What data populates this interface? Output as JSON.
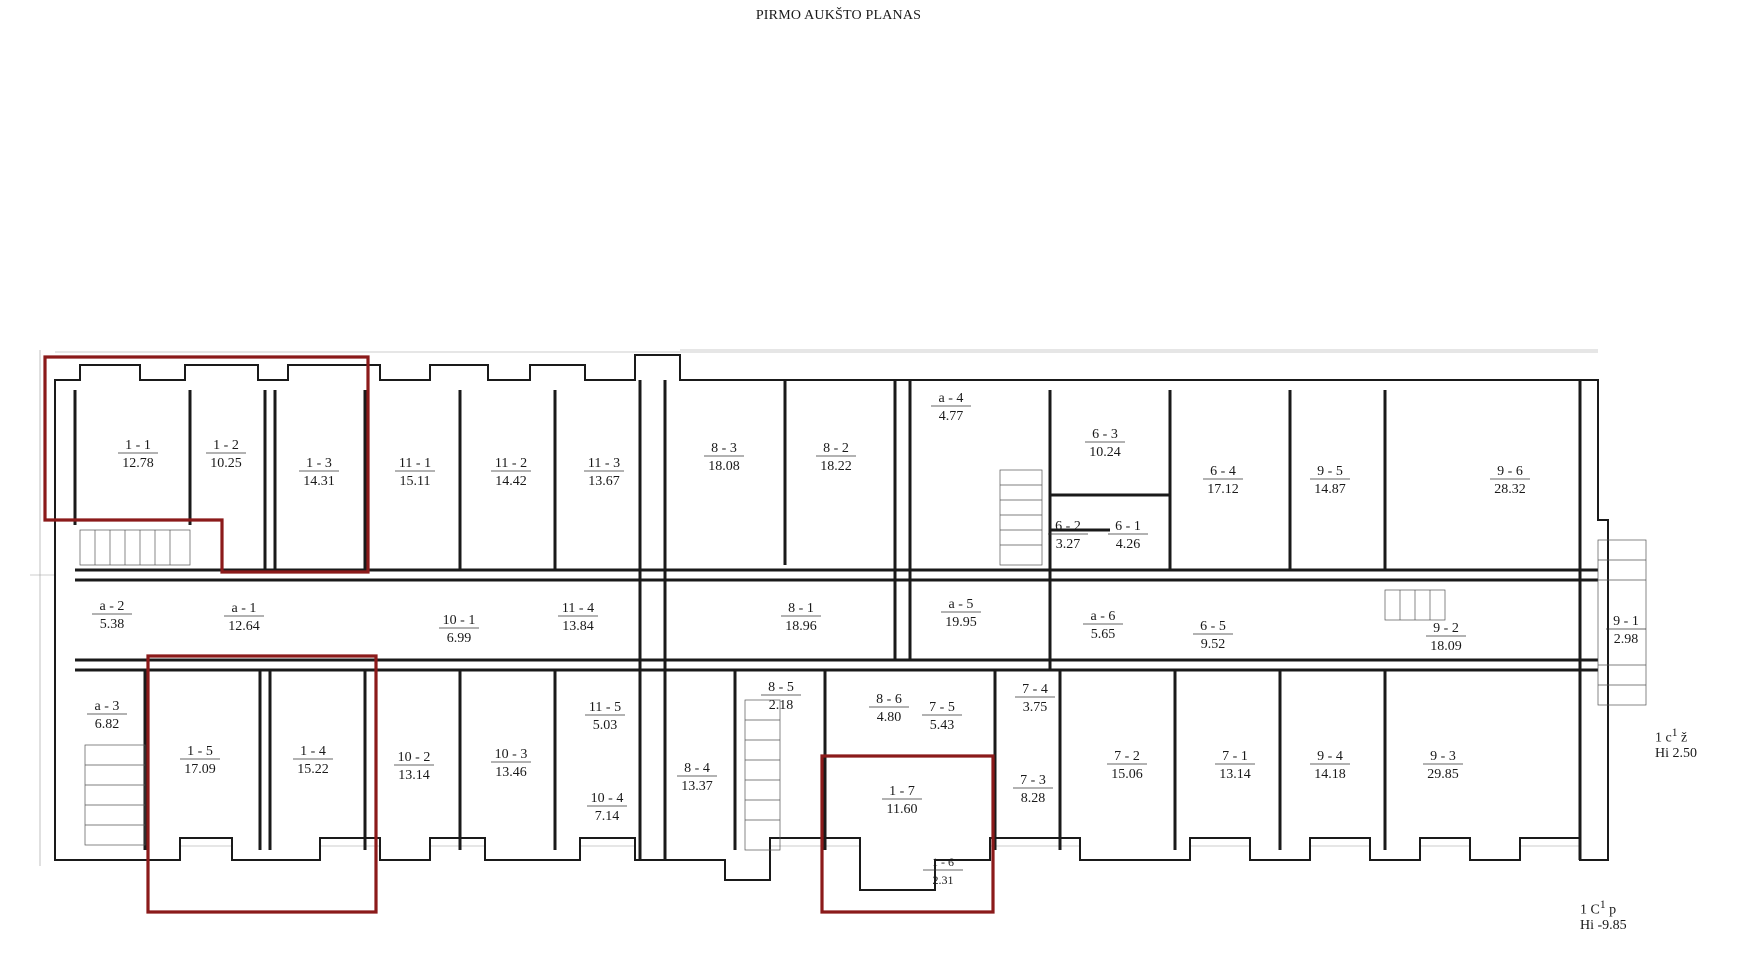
{
  "title": "PIRMO AUKŠTO PLANAS",
  "highlight_color": "#8b1a1a",
  "rooms": [
    {
      "id": "1 - 1",
      "area": "12.78"
    },
    {
      "id": "1 - 2",
      "area": "10.25"
    },
    {
      "id": "1 - 3",
      "area": "14.31"
    },
    {
      "id": "11 - 1",
      "area": "15.11"
    },
    {
      "id": "11 - 2",
      "area": "14.42"
    },
    {
      "id": "11 - 3",
      "area": "13.67"
    },
    {
      "id": "8 - 3",
      "area": "18.08"
    },
    {
      "id": "8 - 2",
      "area": "18.22"
    },
    {
      "id": "a - 4",
      "area": "4.77"
    },
    {
      "id": "6 - 3",
      "area": "10.24"
    },
    {
      "id": "6 - 4",
      "area": "17.12"
    },
    {
      "id": "9 - 5",
      "area": "14.87"
    },
    {
      "id": "9 - 6",
      "area": "28.32"
    },
    {
      "id": "6 - 2",
      "area": "3.27"
    },
    {
      "id": "6 - 1",
      "area": "4.26"
    },
    {
      "id": "a - 2",
      "area": "5.38"
    },
    {
      "id": "a - 1",
      "area": "12.64"
    },
    {
      "id": "10 - 1",
      "area": "6.99"
    },
    {
      "id": "11 - 4",
      "area": "13.84"
    },
    {
      "id": "8 - 1",
      "area": "18.96"
    },
    {
      "id": "a - 5",
      "area": "19.95"
    },
    {
      "id": "a - 6",
      "area": "5.65"
    },
    {
      "id": "6 - 5",
      "area": "9.52"
    },
    {
      "id": "9 - 2",
      "area": "18.09"
    },
    {
      "id": "9 - 1",
      "area": "2.98"
    },
    {
      "id": "a - 3",
      "area": "6.82"
    },
    {
      "id": "1 - 5",
      "area": "17.09"
    },
    {
      "id": "1 - 4",
      "area": "15.22"
    },
    {
      "id": "10 - 2",
      "area": "13.14"
    },
    {
      "id": "10 - 3",
      "area": "13.46"
    },
    {
      "id": "11 - 5",
      "area": "5.03"
    },
    {
      "id": "8 - 5",
      "area": "2.18"
    },
    {
      "id": "8 - 6",
      "area": "4.80"
    },
    {
      "id": "7 - 5",
      "area": "5.43"
    },
    {
      "id": "7 - 4",
      "area": "3.75"
    },
    {
      "id": "7 - 2",
      "area": "15.06"
    },
    {
      "id": "7 - 1",
      "area": "13.14"
    },
    {
      "id": "9 - 4",
      "area": "14.18"
    },
    {
      "id": "9 - 3",
      "area": "29.85"
    },
    {
      "id": "8 - 4",
      "area": "13.37"
    },
    {
      "id": "10 - 4",
      "area": "7.14"
    },
    {
      "id": "7 - 3",
      "area": "8.28"
    },
    {
      "id": "1 - 7",
      "area": "11.60"
    },
    {
      "id": "1 - 6",
      "area": "2.31"
    }
  ],
  "notes": {
    "right_upper": {
      "line1": "1 c",
      "sup": "1",
      "line1b": " ž",
      "line2": "Hi  2.50"
    },
    "right_lower": {
      "line1": "1 C",
      "sup": "1",
      "line1b": "  p",
      "line2": "Hi -9.85"
    }
  }
}
